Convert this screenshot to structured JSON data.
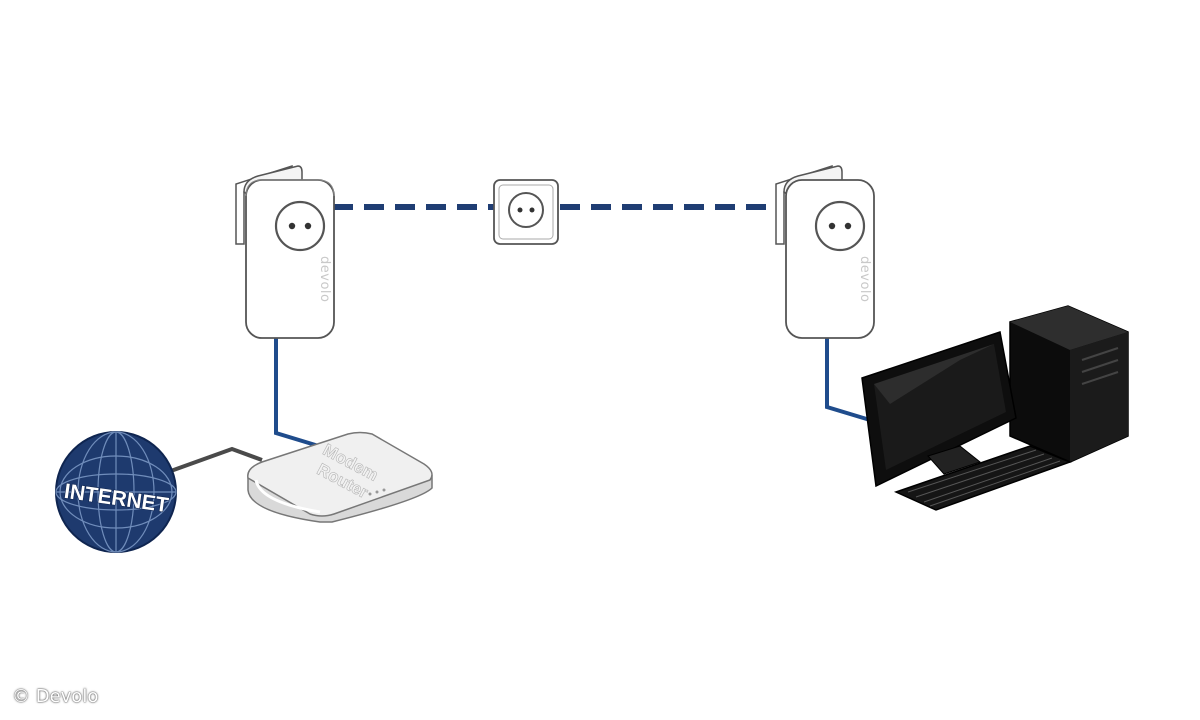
{
  "diagram": {
    "adapter_left": {
      "brand": "devolo"
    },
    "adapter_right": {
      "brand": "devolo"
    },
    "router": {
      "label_line1": "Modem",
      "label_line2": "Router"
    },
    "globe": {
      "label": "INTERNET"
    },
    "copyright": "© Devolo",
    "colors": {
      "powerline_dash": "#1f3d73",
      "lan_cable": "#1f4c8c",
      "internet_cable": "#4a4a4a",
      "globe_fill": "#1e3a6e",
      "device_white": "#ffffff",
      "device_outline": "#555555",
      "pc_black": "#111111"
    },
    "icons": [
      "powerline-adapter-icon",
      "wall-socket-icon",
      "modem-router-icon",
      "globe-icon",
      "desktop-pc-icon"
    ]
  }
}
